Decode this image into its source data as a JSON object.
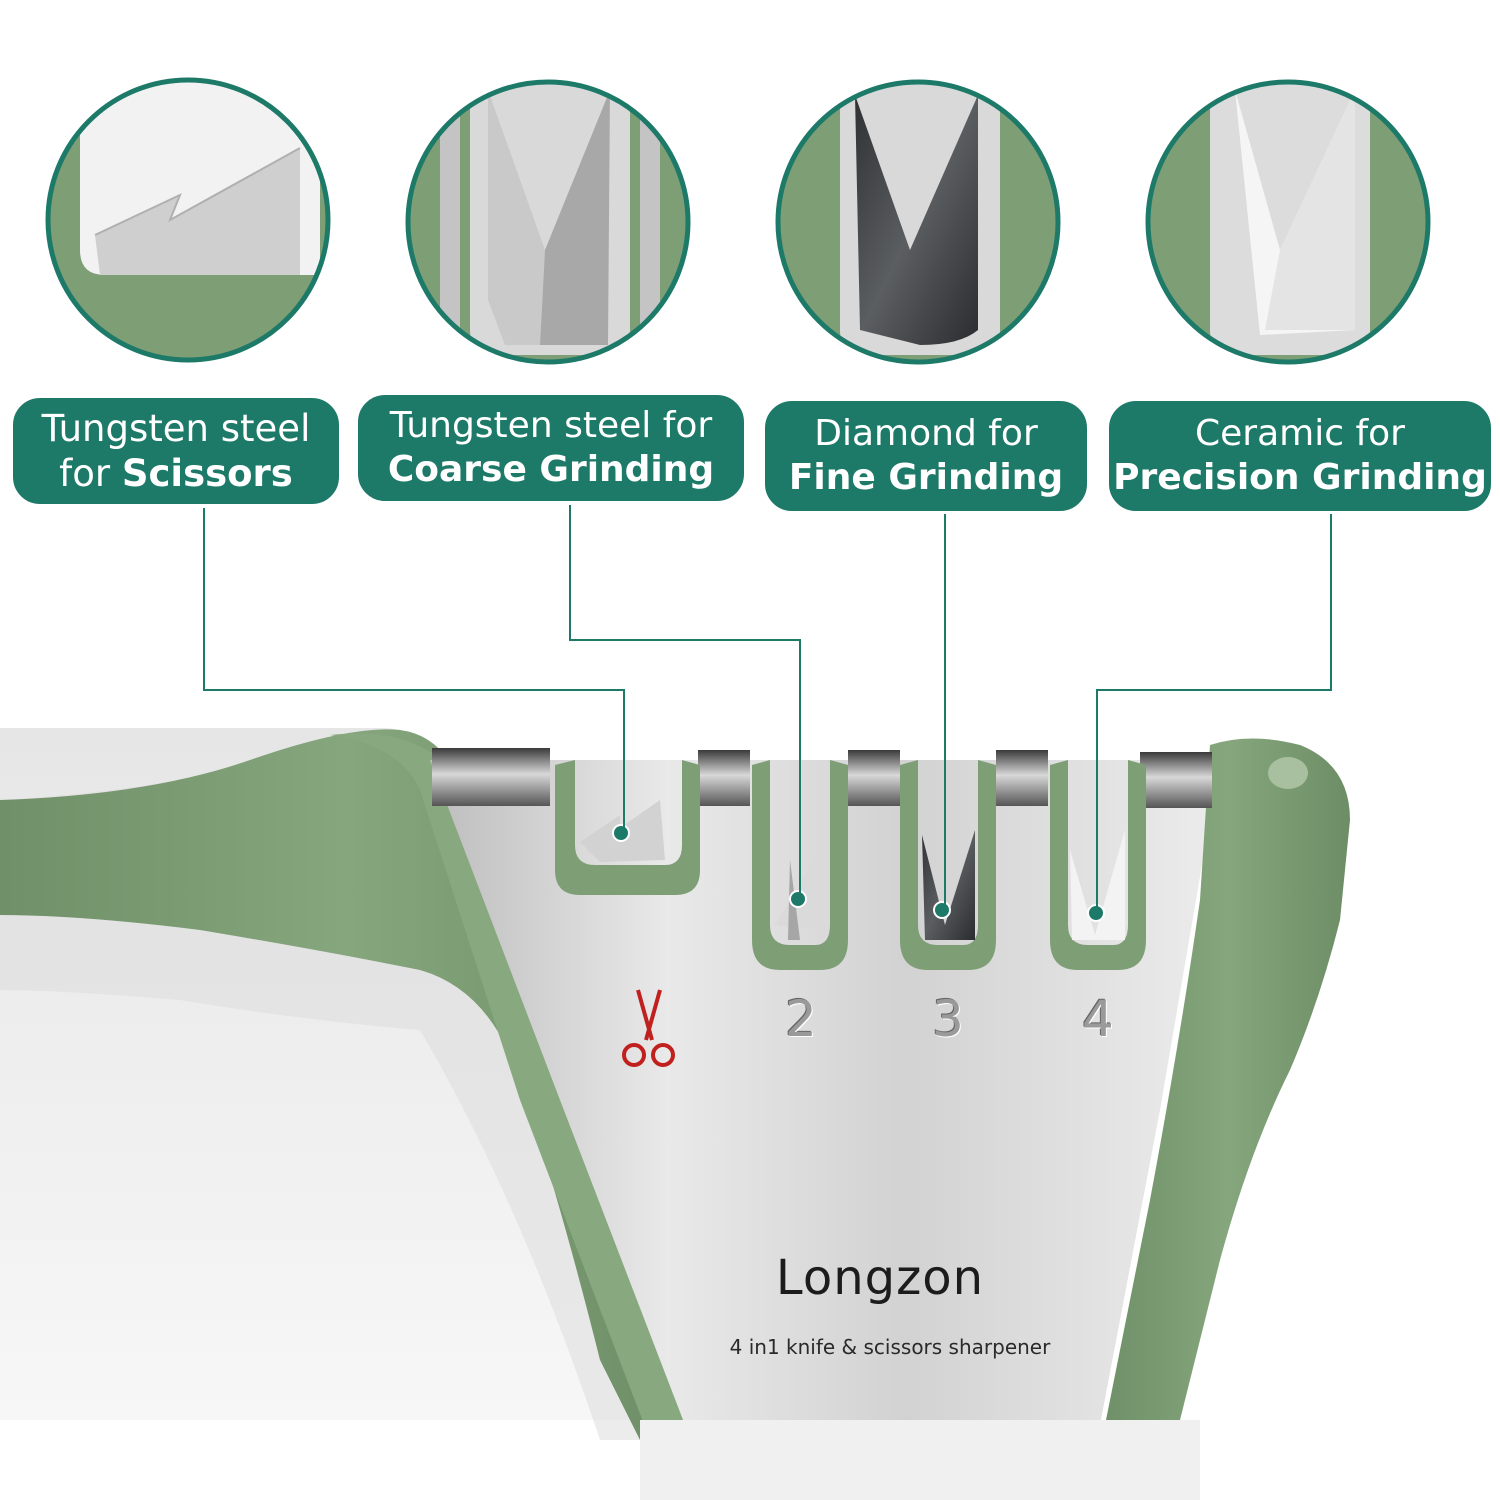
{
  "labels": [
    {
      "line1": "Tungsten steel",
      "prefix2": "for ",
      "bold2": "Scissors"
    },
    {
      "line1": "Tungsten steel for",
      "prefix2": "",
      "bold2": "Coarse Grinding"
    },
    {
      "line1": "Diamond for",
      "prefix2": "",
      "bold2": "Fine Grinding"
    },
    {
      "line1": "Ceramic  for",
      "prefix2": "",
      "bold2": "Precision Grinding"
    }
  ],
  "slot_numbers": [
    "2",
    "3",
    "4"
  ],
  "brand": "Longzon",
  "tagline": "4 in1 knife & scissors sharpener",
  "icons": {
    "slot1": "scissors-icon"
  },
  "colors": {
    "label_bg": "#1e7a68",
    "callout_line": "#1e7a68",
    "body_green": "#7b9c73",
    "steel": "#d6d6d6",
    "scissors_red": "#c0201e"
  }
}
